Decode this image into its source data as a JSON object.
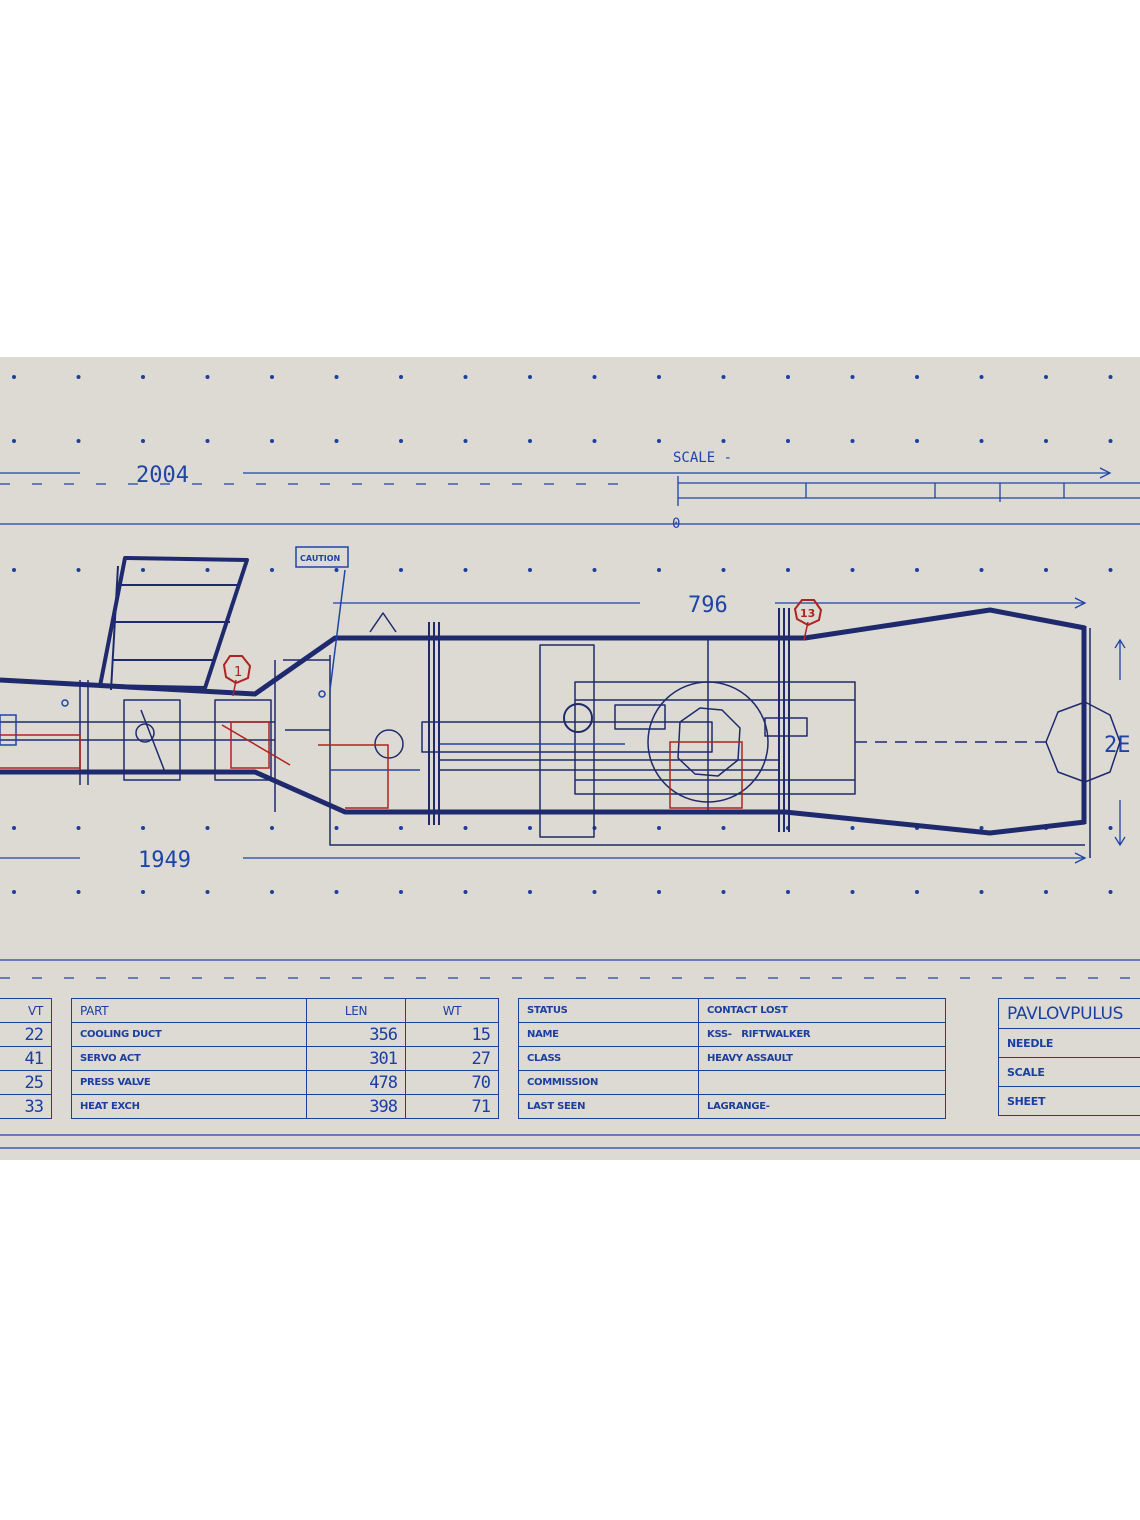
{
  "colors": {
    "paper": "#dcdad2",
    "ink_dark": "#1f2a6e",
    "ink_blue": "#1e44a8",
    "ink_red": "#b02222"
  },
  "dimensions": {
    "top_overall": "2004",
    "bottom_overall": "1949",
    "mid_section": "796",
    "right_height": "2E"
  },
  "scale_bar": {
    "label": "SCALE -",
    "zero": "0"
  },
  "callouts": {
    "caution": "CAUTION",
    "ref_1": "1",
    "ref_13": "13"
  },
  "left_table": {
    "header": "VT",
    "values": [
      "22",
      "41",
      "25",
      "33"
    ]
  },
  "parts_table": {
    "headers": [
      "PART",
      "LEN",
      "WT"
    ],
    "rows": [
      {
        "part": "COOLING DUCT",
        "len": "356",
        "wt": "15"
      },
      {
        "part": "SERVO ACT",
        "len": "301",
        "wt": "27"
      },
      {
        "part": "PRESS VALVE",
        "len": "478",
        "wt": "70"
      },
      {
        "part": "HEAT EXCH",
        "len": "398",
        "wt": "71"
      }
    ]
  },
  "status_table": {
    "rows": [
      {
        "label": "STATUS",
        "value": "CONTACT LOST"
      },
      {
        "label": "NAME",
        "value": "KSS-   RIFTWALKER"
      },
      {
        "label": "CLASS",
        "value": "HEAVY ASSAULT"
      },
      {
        "label": "COMMISSION",
        "value": ""
      },
      {
        "label": "LAST SEEN",
        "value": "LAGRANGE-"
      }
    ]
  },
  "title_block": {
    "title": "PAVLOVPULUS",
    "rows": [
      "NEEDLE",
      "SCALE",
      "SHEET"
    ]
  }
}
